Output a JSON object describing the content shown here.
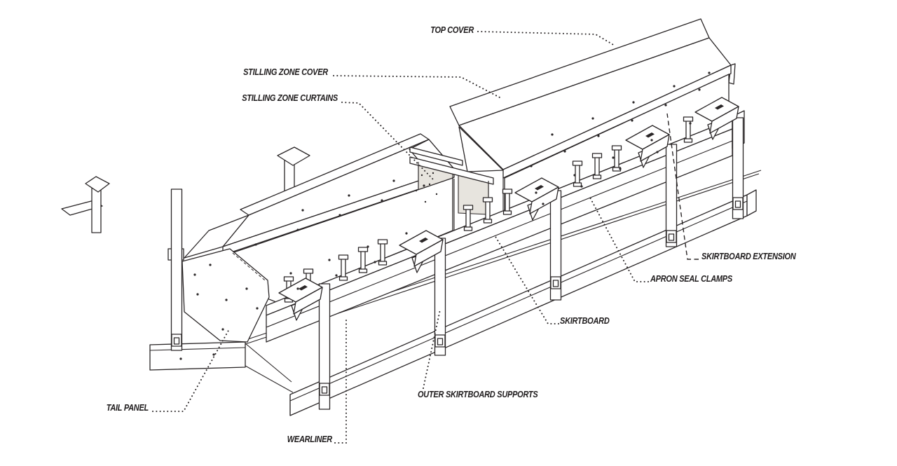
{
  "diagram": {
    "type": "technical-illustration",
    "subject": "Conveyor belt load zone skirtboard assembly (isometric exploded-view line drawing)",
    "leader_line_style": "dotted",
    "colors": {
      "line": "#2a2627",
      "curtain_fill": "#e7e4de",
      "background": "#ffffff",
      "label_text": "#1f1c1d"
    },
    "labels": {
      "top_cover": {
        "text": "TOP COVER"
      },
      "stilling_zone_cover": {
        "text": "STILLING ZONE COVER"
      },
      "stilling_zone_curtains": {
        "text": "STILLING ZONE CURTAINS"
      },
      "skirtboard_extension": {
        "text": "SKIRTBOARD EXTENSION"
      },
      "apron_seal_clamps": {
        "text": "APRON SEAL CLAMPS"
      },
      "skirtboard": {
        "text": "SKIRTBOARD"
      },
      "outer_skirtboard_supports": {
        "text": "OUTER SKIRTBOARD SUPPORTS"
      },
      "tail_panel": {
        "text": "TAIL PANEL"
      },
      "wearliner": {
        "text": "WEARLINER"
      }
    }
  }
}
